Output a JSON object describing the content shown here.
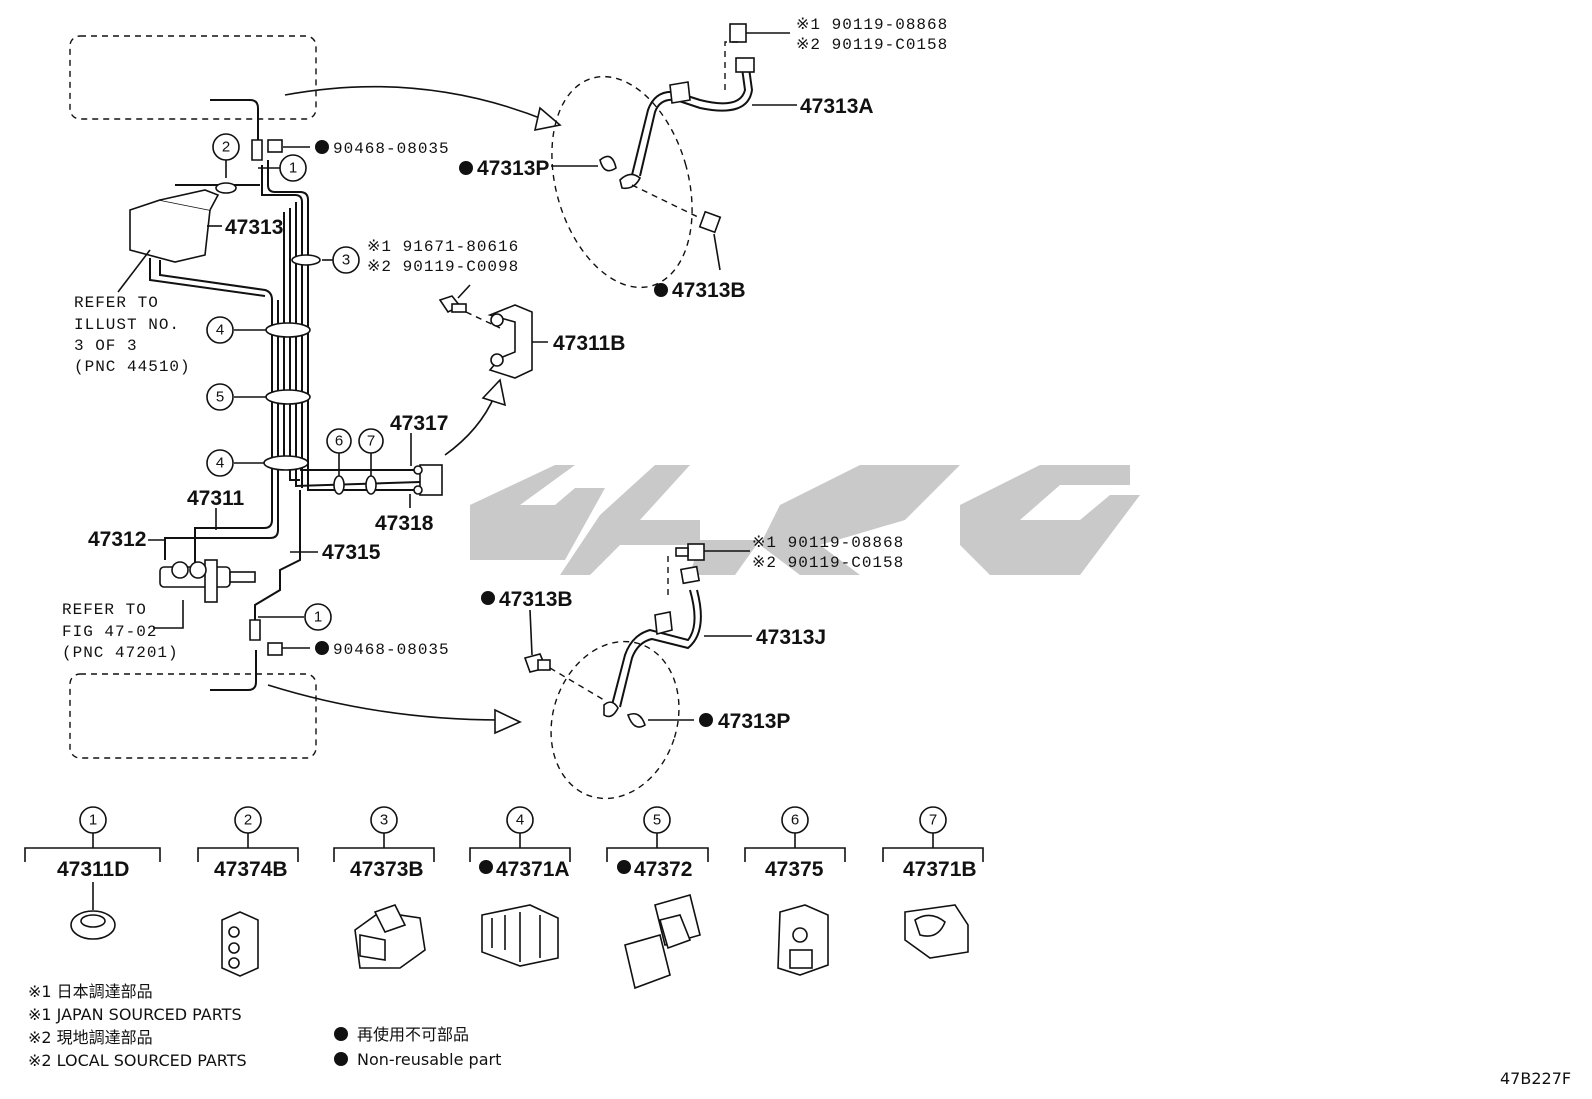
{
  "labels": {
    "bolt_top_1": "※1 90119-08868",
    "bolt_top_2": "※2 90119-C0158",
    "hose_47313A": "47313A",
    "clip_47313P_top": "47313P",
    "bolt_47313B_top": "47313B",
    "grommet_top": "90468-08035",
    "tube_47313": "47313",
    "clamp3_1": "※1 91671-80616",
    "clamp3_2": "※2 90119-C0098",
    "bracket_47311B": "47311B",
    "refer_illust_1": "REFER TO",
    "refer_illust_2": "ILLUST NO.",
    "refer_illust_3": "3 OF 3",
    "refer_illust_4": "(PNC 44510)",
    "tube_47317": "47317",
    "tube_47318": "47318",
    "tube_47311": "47311",
    "tube_47312": "47312",
    "tube_47315": "47315",
    "refer_fig_1": "REFER TO",
    "refer_fig_2": "FIG 47-02",
    "refer_fig_3": "(PNC 47201)",
    "grommet_bottom": "90468-08035",
    "bolt_bot_1": "※1 90119-08868",
    "bolt_bot_2": "※2 90119-C0158",
    "bolt_47313B_bot": "47313B",
    "hose_47313J": "47313J",
    "clip_47313P_bot": "47313P",
    "diagram_code": "47B227F"
  },
  "callouts": [
    "1",
    "2",
    "3",
    "4",
    "5",
    "6",
    "7"
  ],
  "legend_parts": [
    {
      "num": "1",
      "part": "47311D",
      "nonreusable": false
    },
    {
      "num": "2",
      "part": "47374B",
      "nonreusable": false
    },
    {
      "num": "3",
      "part": "47373B",
      "nonreusable": false
    },
    {
      "num": "4",
      "part": "47371A",
      "nonreusable": true
    },
    {
      "num": "5",
      "part": "47372",
      "nonreusable": true
    },
    {
      "num": "6",
      "part": "47375",
      "nonreusable": false
    },
    {
      "num": "7",
      "part": "47371B",
      "nonreusable": false
    }
  ],
  "notes": {
    "n1_jp": "※1 日本調達部品",
    "n1_en": "※1 JAPAN SOURCED PARTS",
    "n2_jp": "※2 現地調達部品",
    "n2_en": "※2 LOCAL SOURCED PARTS",
    "nr_jp": "再使用不可部品",
    "nr_en": "Non-reusable part"
  },
  "colors": {
    "ink": "#111111",
    "watermark": "#c9c9c9"
  }
}
